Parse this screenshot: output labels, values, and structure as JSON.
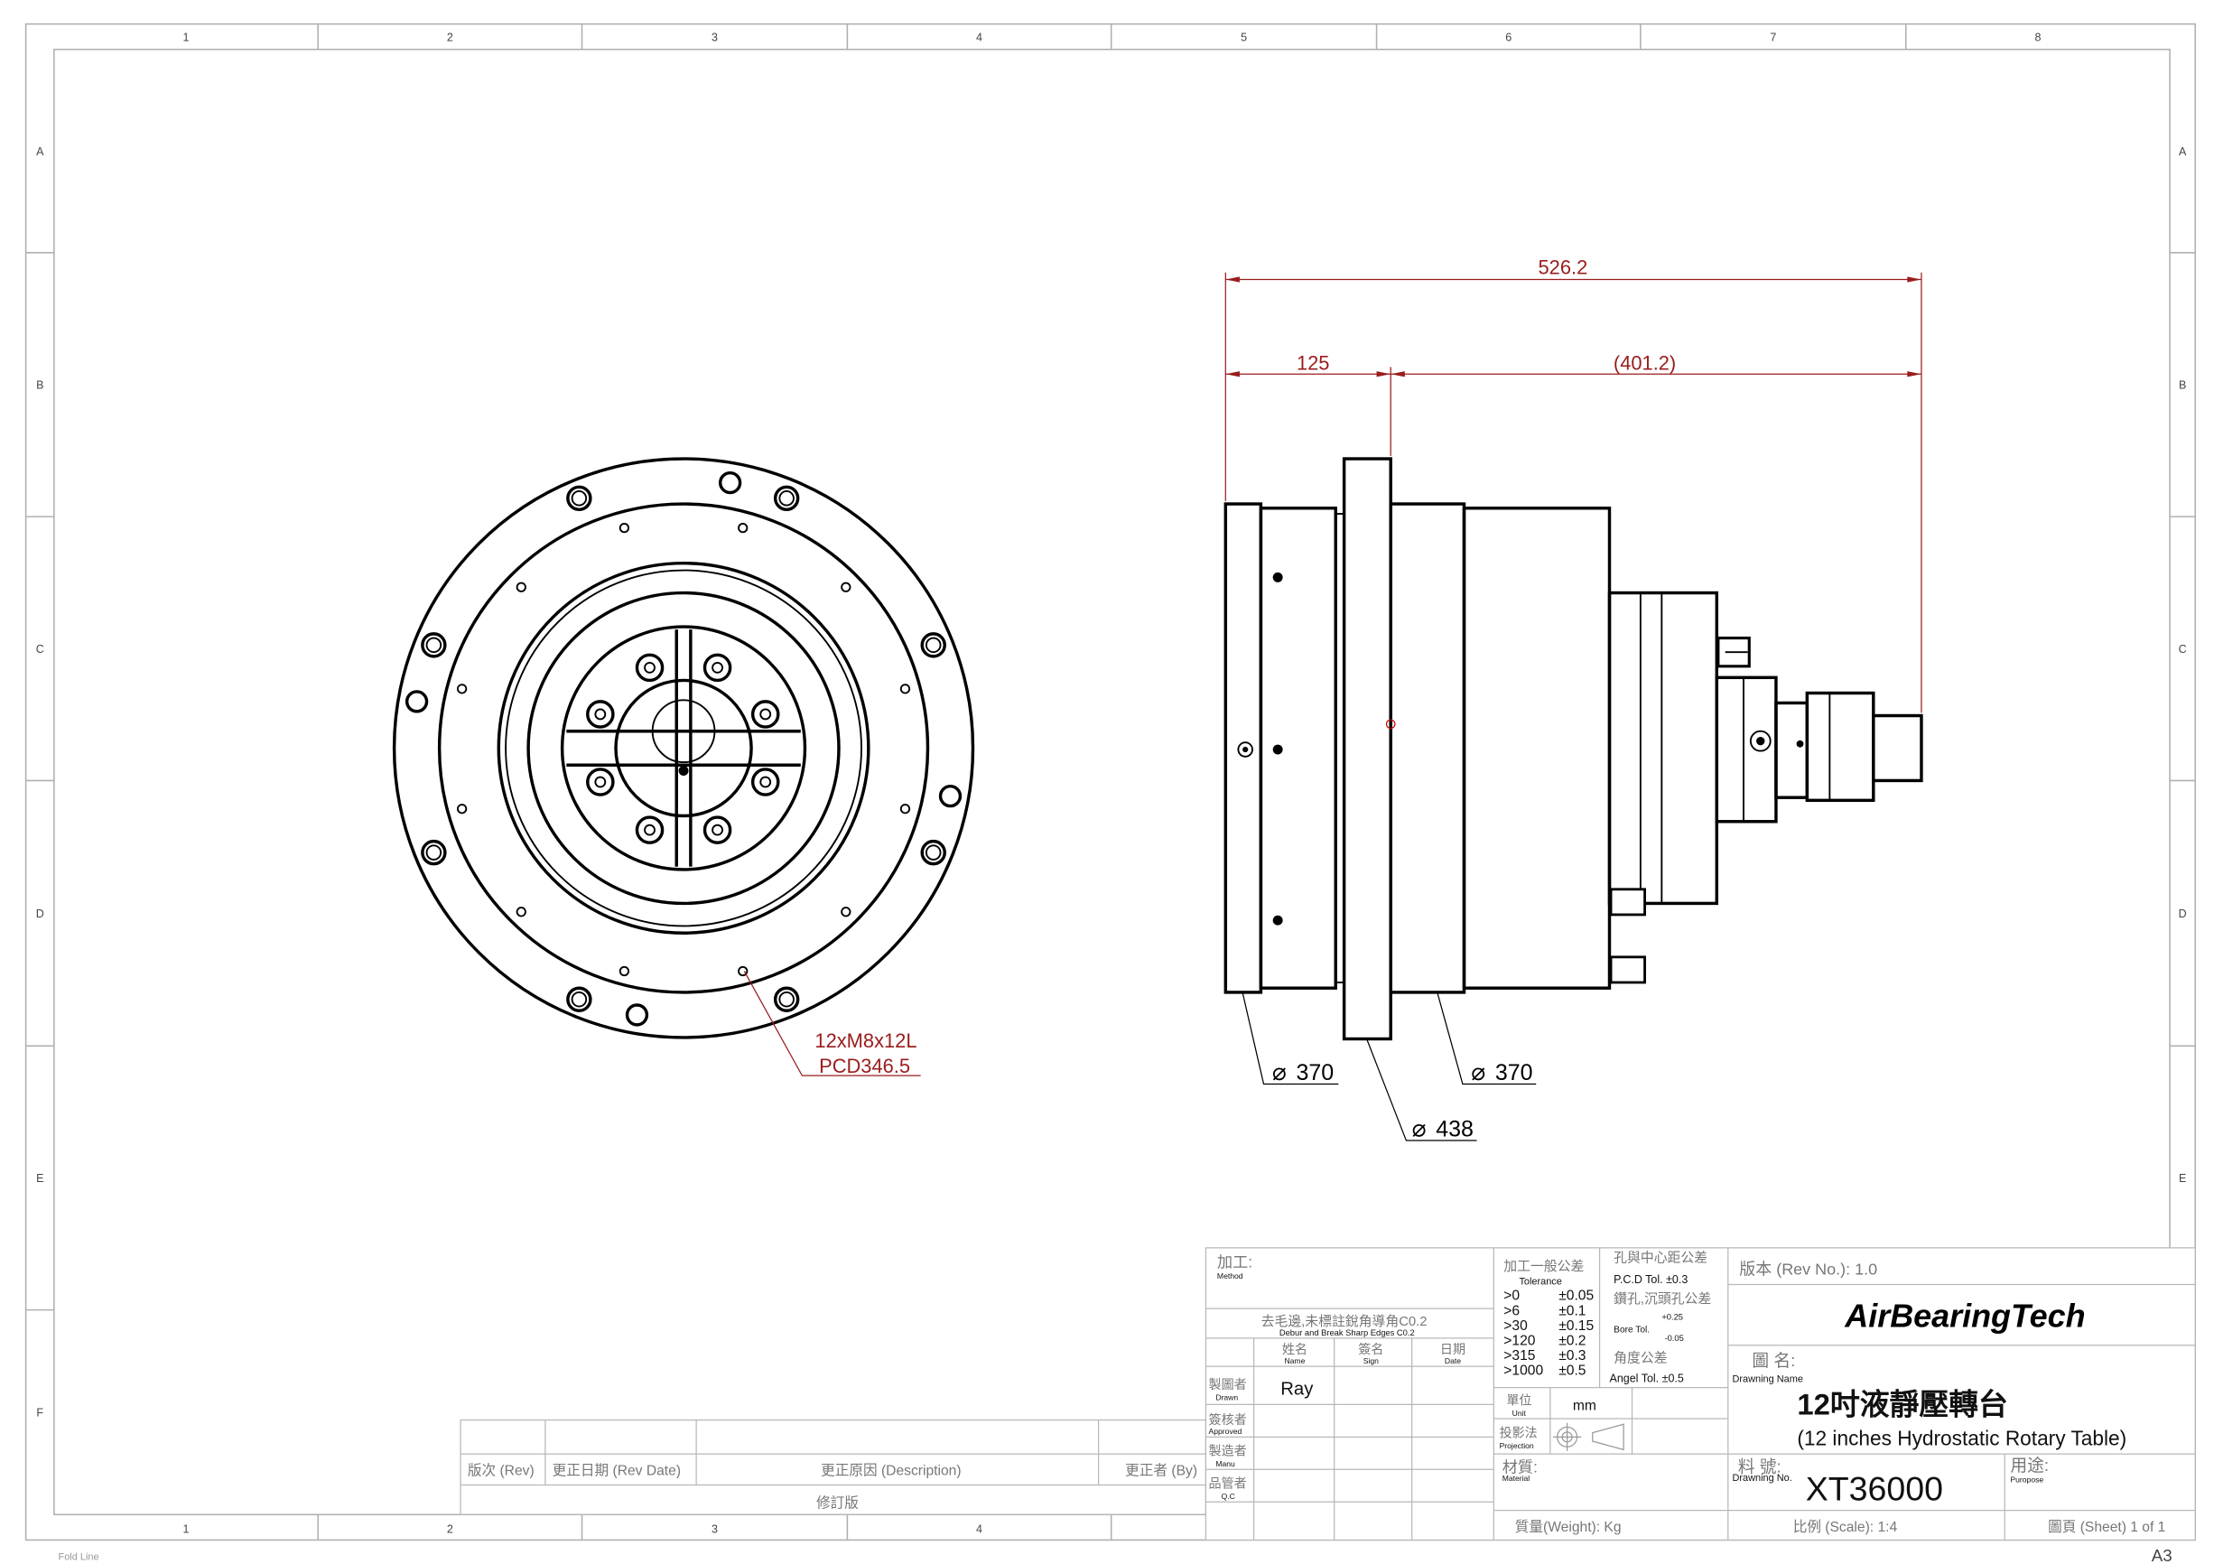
{
  "sheet": {
    "zone_columns": [
      "1",
      "2",
      "3",
      "4",
      "5",
      "6",
      "7",
      "8"
    ],
    "zone_rows": [
      "A",
      "B",
      "C",
      "D",
      "E",
      "F"
    ],
    "fold_line": "Fold Line",
    "paper_size": "A3"
  },
  "dimensions": {
    "overall_length": "526.2",
    "front_length": "125",
    "reference_length": "(401.2)",
    "dia_front": "370",
    "dia_flange": "438",
    "dia_body": "370",
    "diameter_symbol": "⌀",
    "hole_callout_line1": "12xM8x12L",
    "hole_callout_line2": "PCD346.5"
  },
  "revision_table": {
    "rev": "版次 (Rev)",
    "rev_date": "更正日期 (Rev Date)",
    "description": "更正原因 (Description)",
    "by": "更正者 (By)",
    "title": "修訂版"
  },
  "title_block": {
    "method_zh": "加工:",
    "method_en": "Method",
    "deburr_zh": "去毛邊,未標註銳角導角C0.2",
    "deburr_en": "Debur and Break Sharp Edges C0.2",
    "name_zh": "姓名",
    "name_en": "Name",
    "sign_zh": "簽名",
    "sign_en": "Sign",
    "date_zh": "日期",
    "date_en": "Date",
    "drawn_zh": "製圖者",
    "drawn_en": "Drawn",
    "drawn_by": "Ray",
    "approved_zh": "簽核者",
    "approved_en": "Approved",
    "manu_zh": "製造者",
    "manu_en": "Manu",
    "qc_zh": "品管者",
    "qc_en": "Q.C",
    "tolerance_zh": "加工一般公差",
    "tolerance_en": "Tolerance",
    "tolerances": [
      {
        "range": ">0",
        "tol": "±0.05"
      },
      {
        "range": ">6",
        "tol": "±0.1"
      },
      {
        "range": ">30",
        "tol": "±0.15"
      },
      {
        "range": ">120",
        "tol": "±0.2"
      },
      {
        "range": ">315",
        "tol": "±0.3"
      },
      {
        "range": ">1000",
        "tol": "±0.5"
      }
    ],
    "pcd_zh": "孔與中心距公差",
    "pcd_tol": "P.C.D Tol. ±0.3",
    "bore_zh": "鑽孔,沉頭孔公差",
    "bore_label": "Bore Tol.",
    "bore_plus": "+0.25",
    "bore_minus": "-0.05",
    "angle_zh": "角度公差",
    "angle_tol": "Angel Tol. ±0.5",
    "unit_zh": "單位",
    "unit_en": "Unit",
    "unit_value": "mm",
    "projection_zh": "投影法",
    "projection_en": "Projection",
    "material_zh": "材質:",
    "material_en": "Material",
    "weight": "質量(Weight):  Kg",
    "rev_no": "版本 (Rev No.): 1.0",
    "company": "AirBearingTech",
    "drawing_name_zh_label": "圖 名:",
    "drawing_name_en_label": "Drawning Name",
    "drawing_name_zh": "12吋液靜壓轉台",
    "drawing_name_en": "(12 inches Hydrostatic Rotary Table)",
    "drawing_no_zh_label": "料 號:",
    "drawing_no_en_label": "Drawning No.",
    "drawing_no": "XT36000",
    "purpose_zh": "用途:",
    "purpose_en": "Puropose",
    "scale": "比例 (Scale): 1:4",
    "sheet": "圖頁 (Sheet) 1 of 1"
  },
  "colors": {
    "dimension": "#9b1c1c",
    "border": "#b0b0b0"
  }
}
